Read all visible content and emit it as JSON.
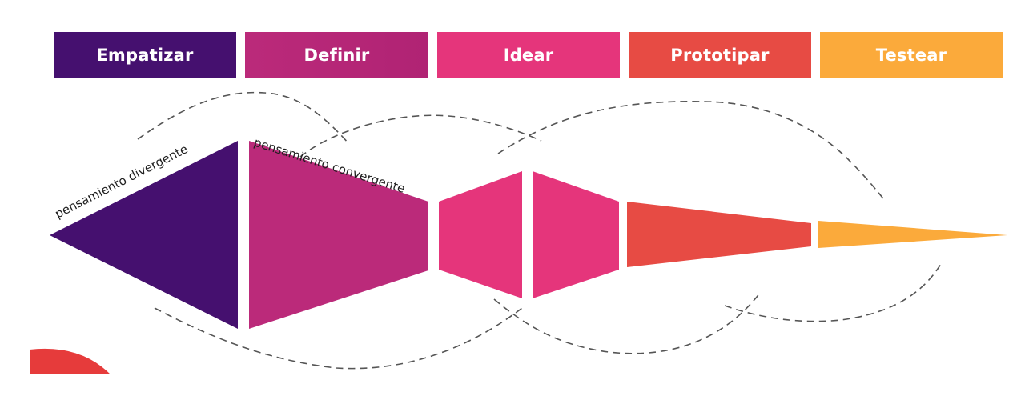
{
  "phases": [
    {
      "label": "Empatizar",
      "color": "#45106f"
    },
    {
      "label": "Definir",
      "color": "#b72876"
    },
    {
      "label": "Idear",
      "color": "#e5357b"
    },
    {
      "label": "Prototipar",
      "color": "#e74b44"
    },
    {
      "label": "Testear",
      "color": "#fbaa3b"
    }
  ],
  "annotations": {
    "divergent": "pensamiento divergente",
    "convergent": "pensamiento convergente"
  },
  "colors": {
    "dashed_line": "#555555",
    "corner_accent": "#e63b3b"
  }
}
